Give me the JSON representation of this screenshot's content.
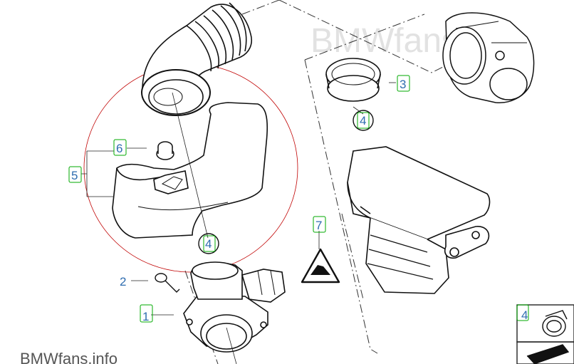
{
  "watermark_top": "BMWfans.info",
  "watermark_bottom": "BMWfans.info",
  "highlight_color": "#00aa00",
  "number_color": "#2f6db0",
  "circle_color": "#c00000",
  "callouts": {
    "p1": "1",
    "p2": "2",
    "p3": "3",
    "p4_top": "4",
    "p4_mid": "4",
    "p4_side": "4",
    "p5": "5",
    "p6": "6",
    "p7": "7"
  }
}
